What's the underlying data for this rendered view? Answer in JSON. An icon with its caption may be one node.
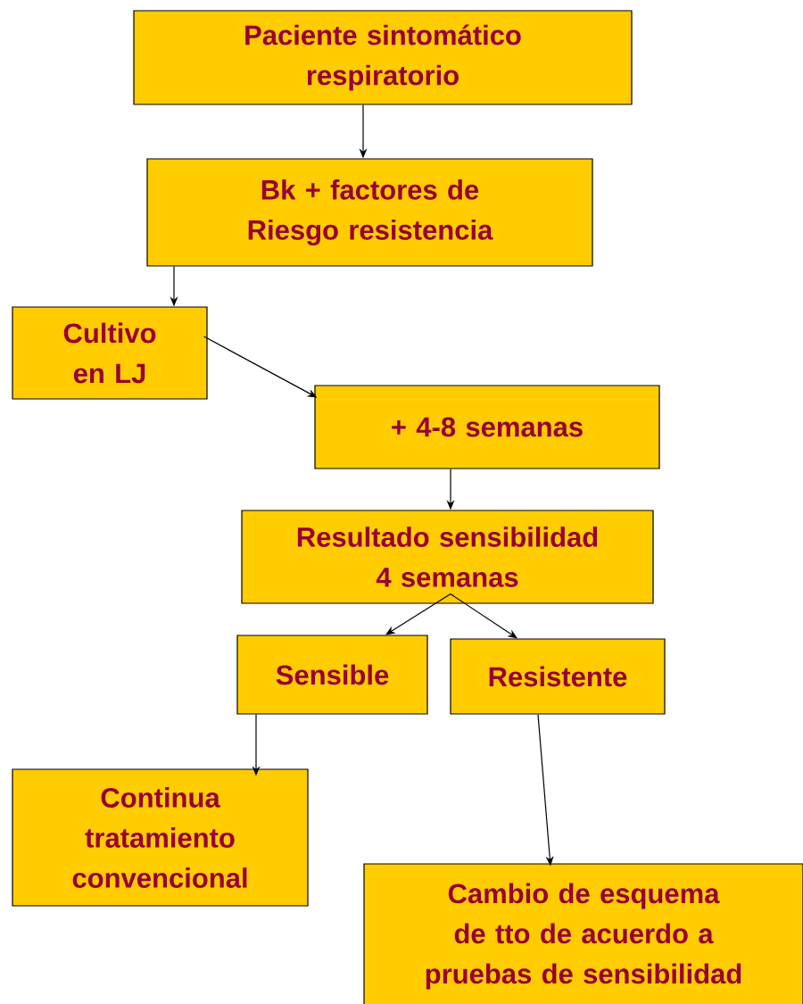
{
  "diagram": {
    "nodes": [
      {
        "text": [
          "Paciente sintomático respiratorio"
        ]
      },
      {
        "text": [
          "Bk + factores de Riesgo resistencia"
        ]
      },
      {
        "text": [
          "Cultivo en LJ"
        ]
      },
      {
        "text": [
          "+ 4-8 semanas"
        ]
      },
      {
        "text": [
          "Resultado sensibilidad 4 semanas"
        ]
      },
      {
        "text": [
          "Sensible"
        ]
      },
      {
        "text": [
          "Resistente"
        ]
      },
      {
        "text": [
          "Continua tratamiento convencional"
        ]
      },
      {
        "text": [
          "Cambio de esquema de tto de acuerdo a pruebas de sensibilidad"
        ]
      }
    ],
    "edges": [
      {
        "from": 0,
        "to": 1,
        "arrow": "to"
      },
      {
        "from": 1,
        "to": 2,
        "arrow": "to"
      },
      {
        "from": 2,
        "to": 3,
        "arrow": "to"
      },
      {
        "from": 3,
        "to": 4,
        "arrow": "to"
      },
      {
        "from": 4,
        "to": 5,
        "arrow": "to"
      },
      {
        "from": 4,
        "to": 6,
        "arrow": "to"
      },
      {
        "from": 5,
        "to": 7,
        "arrow": "to"
      },
      {
        "from": 6,
        "to": 8,
        "arrow": "to"
      }
    ]
  }
}
